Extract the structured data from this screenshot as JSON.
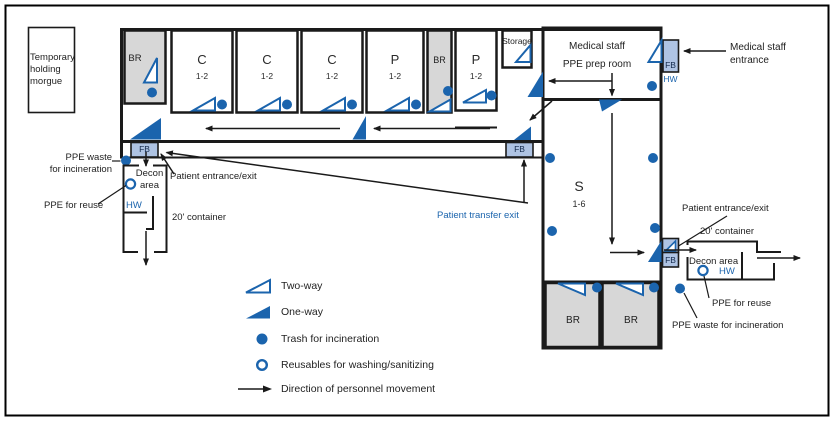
{
  "figure": {
    "type": "floor-plan"
  },
  "palette": {
    "blue": "#1b64ad",
    "light_blue": "#aec3e3",
    "room_gray": "#d7d7d7",
    "wall": "#1a1a1a",
    "text": "#1f1f1f"
  },
  "morgue": {
    "label": "Temporary\nholding\nmorgue"
  },
  "rooms": {
    "br_top": {
      "label": "BR"
    },
    "c1": {
      "letter": "C",
      "beds": "1-2"
    },
    "c2": {
      "letter": "C",
      "beds": "1-2"
    },
    "c3": {
      "letter": "C",
      "beds": "1-2"
    },
    "p1": {
      "letter": "P",
      "beds": "1-2"
    },
    "br_mid": {
      "label": "BR"
    },
    "p2": {
      "letter": "P",
      "beds": "1-2"
    },
    "storage": {
      "label": "Storage"
    },
    "med_staff": {
      "line1": "Medical staff",
      "line2": "PPE prep room"
    },
    "s_ward": {
      "letter": "S",
      "beds": "1-6"
    },
    "br_bottom_left": {
      "label": "BR"
    },
    "br_bottom_right": {
      "label": "BR"
    }
  },
  "boxes": {
    "fb": "FB",
    "hw": "HW"
  },
  "annotations": {
    "medical_staff_entrance": "Medical staff\nentrance",
    "patient_entrance_left": "Patient entrance/exit",
    "patient_entrance_right": "Patient entrance/exit",
    "patient_transfer_exit": "Patient transfer exit",
    "ppe_waste_left": "PPE waste\nfor incineration",
    "ppe_waste_right": "PPE waste for incineration",
    "ppe_reuse_left": "PPE for reuse",
    "ppe_reuse_right": "PPE for reuse",
    "decon_left": "Decon\narea",
    "decon_right": "Decon area",
    "container_left": "20' container",
    "container_right": "20' container"
  },
  "legend": {
    "items": [
      {
        "icon": "two-way-triangle",
        "label": "Two-way"
      },
      {
        "icon": "one-way-triangle",
        "label": "One-way"
      },
      {
        "icon": "trash-dot",
        "label": "Trash for incineration"
      },
      {
        "icon": "reusable-circle",
        "label": "Reusables for washing/sanitizing"
      },
      {
        "icon": "movement-arrow",
        "label": "Direction of personnel movement"
      }
    ]
  }
}
